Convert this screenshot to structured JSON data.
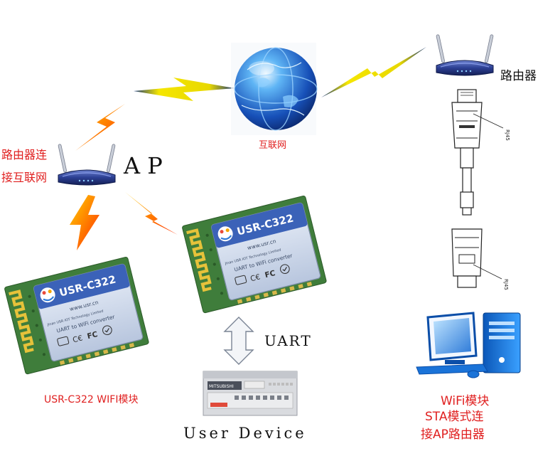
{
  "labels": {
    "internet": "互联网",
    "router_top": "路由器",
    "router_left_line1": "路由器连",
    "router_left_line2": "接互联网",
    "ap": "A P",
    "uart": "UART",
    "user_device": "User Device",
    "module_caption": "USR-C322 WIFI模块",
    "sta_line1": "WiFi模块",
    "sta_line2": "STA模式连",
    "sta_line3": "接AP路由器",
    "rj45_top": "RJ45",
    "rj45_bottom": "RJ45"
  },
  "module": {
    "model": "USR-C322",
    "website": "www.usr.cn",
    "company": "Jinan USR IOT Technology Limited",
    "tagline": "UART to WiFi converter"
  },
  "plc_brand": "MITSUBISHI",
  "colors": {
    "label_red": "#e02020",
    "lightning_red": "#ff3b00",
    "lightning_orange": "#ffb000",
    "lightning_yellow": "#f5e600",
    "pcb_green": "#3e7a3a",
    "antenna_gold": "#e6c23a",
    "router_blue": "#283d8c",
    "globe_blue": "#1f5fc8"
  },
  "icons": [
    "globe-icon",
    "router-icon",
    "lightning-icon",
    "wifi-module-icon",
    "plc-device-icon",
    "desktop-computer-icon",
    "rj45-cable-icon",
    "double-arrow-icon"
  ]
}
